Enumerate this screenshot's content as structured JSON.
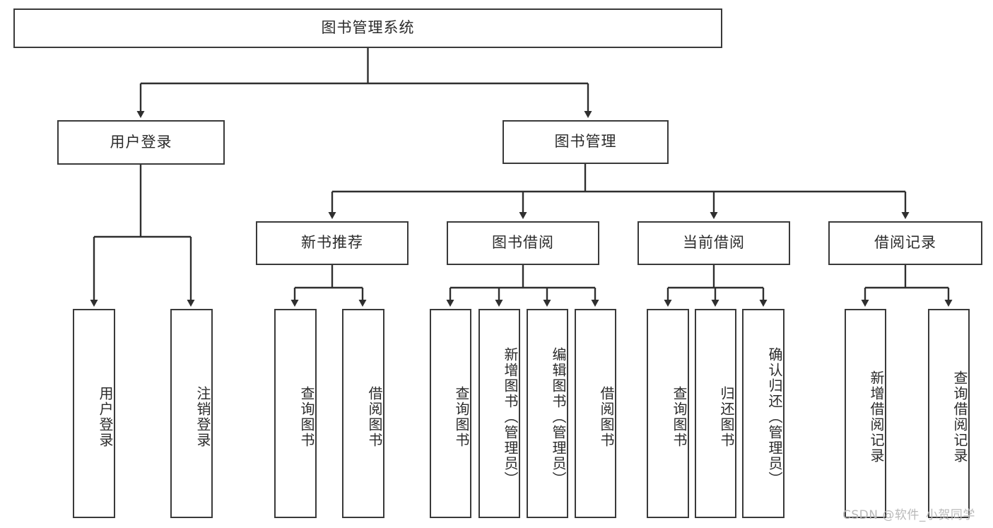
{
  "diagram": {
    "title": "图书管理系统",
    "type": "tree-hierarchy-chart",
    "root": {
      "id": "root",
      "label": "图书管理系统"
    },
    "level1": [
      {
        "id": "user-login",
        "label": "用户登录"
      },
      {
        "id": "book-manage",
        "label": "图书管理"
      }
    ],
    "level2": [
      {
        "id": "new-book-recommend",
        "label": "新书推荐",
        "parent": "book-manage"
      },
      {
        "id": "book-borrow",
        "label": "图书借阅",
        "parent": "book-manage"
      },
      {
        "id": "current-borrow",
        "label": "当前借阅",
        "parent": "book-manage"
      },
      {
        "id": "borrow-record",
        "label": "借阅记录",
        "parent": "book-manage"
      }
    ],
    "leaves": [
      {
        "id": "leaf-user-login",
        "label": "用户登录",
        "parent": "user-login"
      },
      {
        "id": "leaf-logout-login",
        "label": "注销登录",
        "parent": "user-login"
      },
      {
        "id": "leaf-query-book-1",
        "label": "查询图书",
        "parent": "new-book-recommend"
      },
      {
        "id": "leaf-borrow-book-1",
        "label": "借阅图书",
        "parent": "new-book-recommend"
      },
      {
        "id": "leaf-query-book-2",
        "label": "查询图书",
        "parent": "book-borrow"
      },
      {
        "id": "leaf-add-book",
        "label": "新增图书（管理员）",
        "parent": "book-borrow"
      },
      {
        "id": "leaf-edit-book",
        "label": "编辑图书（管理员）",
        "parent": "book-borrow"
      },
      {
        "id": "leaf-borrow-book-2",
        "label": "借阅图书",
        "parent": "book-borrow"
      },
      {
        "id": "leaf-query-book-3",
        "label": "查询图书",
        "parent": "current-borrow"
      },
      {
        "id": "leaf-return-book",
        "label": "归还图书",
        "parent": "current-borrow"
      },
      {
        "id": "leaf-confirm-return",
        "label": "确认归还（管理员）",
        "parent": "current-borrow"
      },
      {
        "id": "leaf-add-record",
        "label": "新增借阅记录",
        "parent": "borrow-record"
      },
      {
        "id": "leaf-query-record",
        "label": "查询借阅记录",
        "parent": "borrow-record"
      }
    ],
    "watermark": "CSDN @软件_小贺同学",
    "colors": {
      "stroke": "#3a3a3a",
      "fill": "#ffffff",
      "text": "#2b2b2b",
      "watermark": "#b9b9b9"
    }
  }
}
